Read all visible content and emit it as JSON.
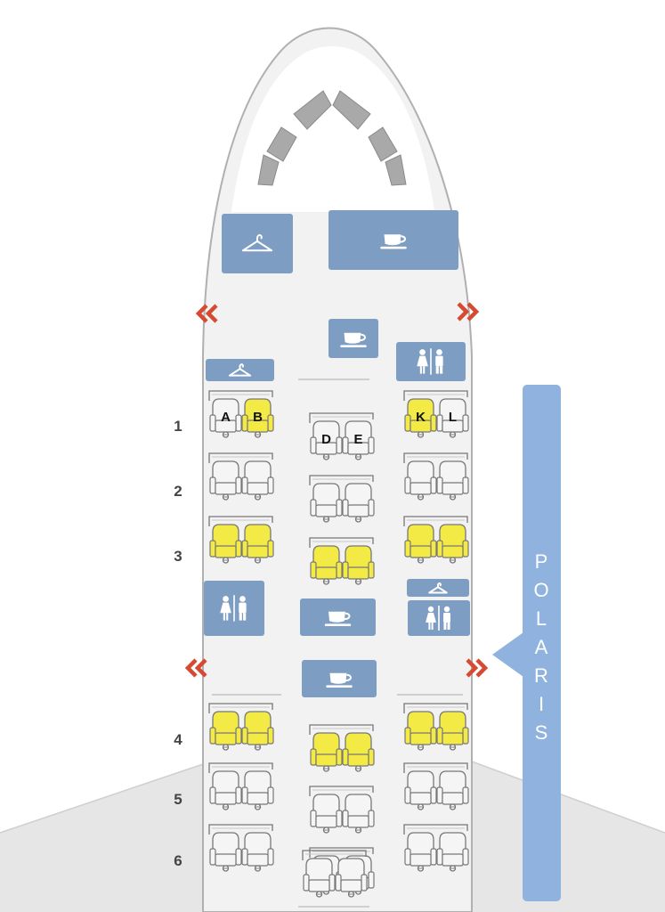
{
  "colors": {
    "seat_available": "#f5f5f5",
    "seat_preferred": "#f3ea46",
    "seat_outline": "#777777",
    "facility": "#7d9ec2",
    "cabin_band": "#8fb2de",
    "exit_arrow": "#d64a32",
    "fuselage_fill": "#f2f2f2",
    "fuselage_outline": "#b0b0b0",
    "window_fill": "#a9a9a9",
    "wing_fill": "#e6e6e6"
  },
  "cabin": {
    "name_letters": [
      "P",
      "O",
      "L",
      "A",
      "R",
      "I",
      "S"
    ]
  },
  "row_labels": [
    "1",
    "2",
    "3",
    "4",
    "5",
    "6"
  ],
  "seats": [
    {
      "row": 1,
      "col": "A",
      "letter": "A",
      "status": "available"
    },
    {
      "row": 1,
      "col": "B",
      "letter": "B",
      "status": "preferred"
    },
    {
      "row": 1,
      "col": "D",
      "letter": "D",
      "status": "available"
    },
    {
      "row": 1,
      "col": "E",
      "letter": "E",
      "status": "available"
    },
    {
      "row": 1,
      "col": "K",
      "letter": "K",
      "status": "preferred"
    },
    {
      "row": 1,
      "col": "L",
      "letter": "L",
      "status": "available"
    },
    {
      "row": 2,
      "col": "A",
      "letter": "",
      "status": "available"
    },
    {
      "row": 2,
      "col": "B",
      "letter": "",
      "status": "available"
    },
    {
      "row": 2,
      "col": "D",
      "letter": "",
      "status": "available"
    },
    {
      "row": 2,
      "col": "E",
      "letter": "",
      "status": "available"
    },
    {
      "row": 2,
      "col": "K",
      "letter": "",
      "status": "available"
    },
    {
      "row": 2,
      "col": "L",
      "letter": "",
      "status": "available"
    },
    {
      "row": 3,
      "col": "A",
      "letter": "",
      "status": "preferred"
    },
    {
      "row": 3,
      "col": "B",
      "letter": "",
      "status": "preferred"
    },
    {
      "row": 3,
      "col": "D",
      "letter": "",
      "status": "preferred"
    },
    {
      "row": 3,
      "col": "E",
      "letter": "",
      "status": "preferred"
    },
    {
      "row": 3,
      "col": "K",
      "letter": "",
      "status": "preferred"
    },
    {
      "row": 3,
      "col": "L",
      "letter": "",
      "status": "preferred"
    },
    {
      "row": 4,
      "col": "A",
      "letter": "",
      "status": "preferred"
    },
    {
      "row": 4,
      "col": "B",
      "letter": "",
      "status": "preferred"
    },
    {
      "row": 4,
      "col": "D",
      "letter": "",
      "status": "preferred"
    },
    {
      "row": 4,
      "col": "E",
      "letter": "",
      "status": "preferred"
    },
    {
      "row": 4,
      "col": "K",
      "letter": "",
      "status": "preferred"
    },
    {
      "row": 4,
      "col": "L",
      "letter": "",
      "status": "preferred"
    },
    {
      "row": 5,
      "col": "A",
      "letter": "",
      "status": "available"
    },
    {
      "row": 5,
      "col": "B",
      "letter": "",
      "status": "available"
    },
    {
      "row": 5,
      "col": "D",
      "letter": "",
      "status": "available"
    },
    {
      "row": 5,
      "col": "E",
      "letter": "",
      "status": "available"
    },
    {
      "row": 5,
      "col": "K",
      "letter": "",
      "status": "available"
    },
    {
      "row": 5,
      "col": "L",
      "letter": "",
      "status": "available"
    },
    {
      "row": 6,
      "col": "A",
      "letter": "",
      "status": "available"
    },
    {
      "row": 6,
      "col": "B",
      "letter": "",
      "status": "available"
    },
    {
      "row": 6,
      "col": "D",
      "letter": "",
      "status": "available"
    },
    {
      "row": 6,
      "col": "E",
      "letter": "",
      "status": "available"
    },
    {
      "row": 6,
      "col": "K",
      "letter": "",
      "status": "available"
    },
    {
      "row": 6,
      "col": "L",
      "letter": "",
      "status": "available"
    },
    {
      "row": 7,
      "col": "D",
      "letter": "",
      "status": "available"
    },
    {
      "row": 7,
      "col": "E",
      "letter": "",
      "status": "available"
    }
  ],
  "facilities": [
    {
      "id": "closet-front-left",
      "icon": "hanger-icon"
    },
    {
      "id": "galley-front-right",
      "icon": "coffee-cup-icon"
    },
    {
      "id": "galley-front-center",
      "icon": "coffee-cup-icon"
    },
    {
      "id": "closet-left",
      "icon": "hanger-icon"
    },
    {
      "id": "lavatory-front-right",
      "icon": "lavatory-icon"
    },
    {
      "id": "lavatory-mid-left",
      "icon": "lavatory-icon"
    },
    {
      "id": "galley-mid-center",
      "icon": "coffee-cup-icon"
    },
    {
      "id": "closet-mid-right",
      "icon": "hanger-icon"
    },
    {
      "id": "lavatory-mid-right",
      "icon": "lavatory-icon"
    },
    {
      "id": "galley-rear-center",
      "icon": "coffee-cup-icon"
    }
  ],
  "exits": [
    {
      "id": "exit-front-left",
      "icon": "exit-arrow-left-icon"
    },
    {
      "id": "exit-front-right",
      "icon": "exit-arrow-right-icon"
    },
    {
      "id": "exit-mid-left",
      "icon": "exit-arrow-left-icon"
    },
    {
      "id": "exit-mid-right",
      "icon": "exit-arrow-right-icon"
    }
  ]
}
